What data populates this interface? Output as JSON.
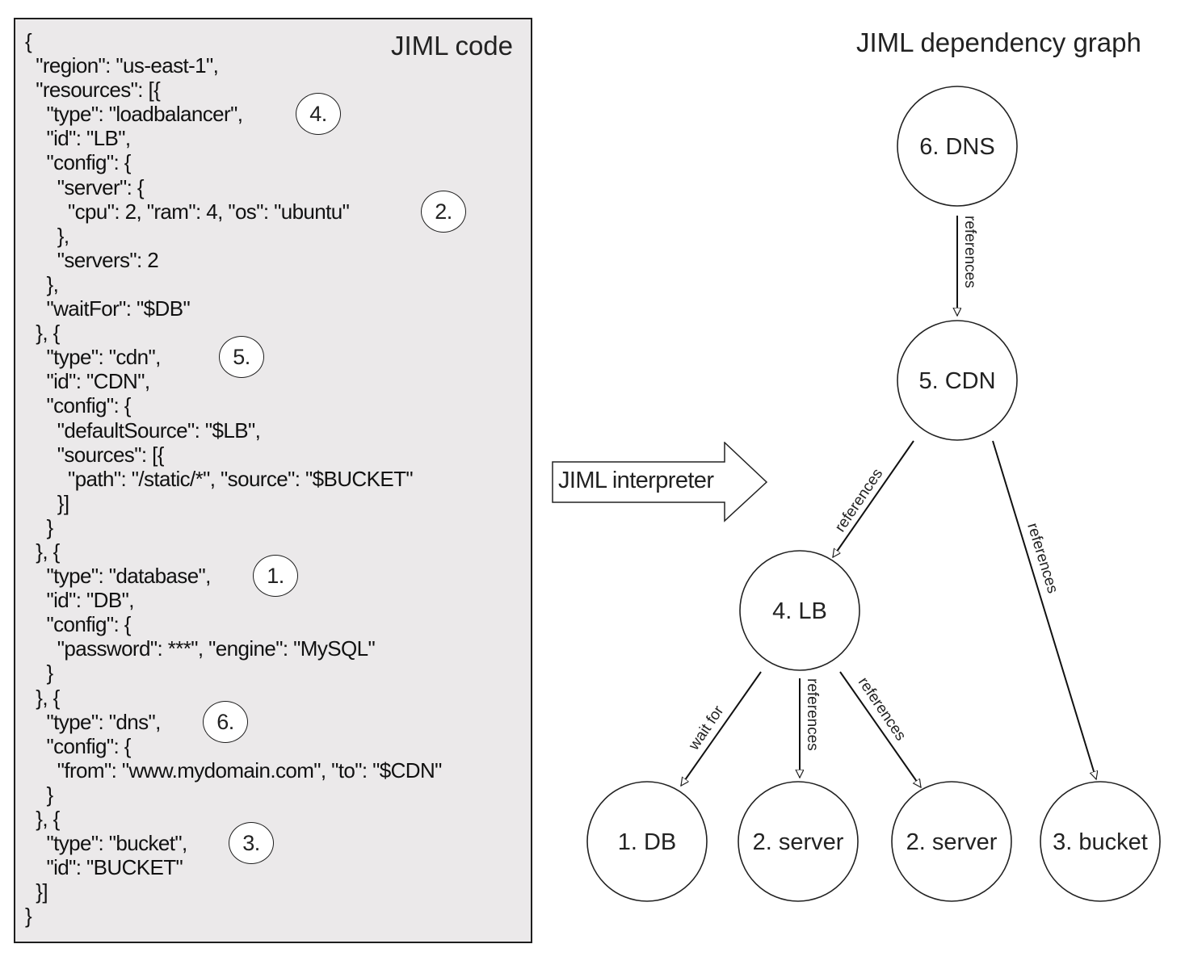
{
  "code_panel": {
    "title": "JIML code",
    "lines": [
      "{",
      "  \"region\": \"us-east-1\",",
      "  \"resources\": [{",
      "    \"type\": \"loadbalancer\",",
      "    \"id\": \"LB\",",
      "    \"config\": {",
      "      \"server\": {",
      "        \"cpu\": 2, \"ram\": 4, \"os\": \"ubuntu\"",
      "      },",
      "      \"servers\": 2",
      "    },",
      "    \"waitFor\": \"$DB\"",
      "  }, {",
      "    \"type\": \"cdn\",",
      "    \"id\": \"CDN\",",
      "    \"config\": {",
      "      \"defaultSource\": \"$LB\",",
      "      \"sources\": [{",
      "        \"path\": \"/static/*\", \"source\": \"$BUCKET\"",
      "      }]",
      "    }",
      "  }, {",
      "    \"type\": \"database\",",
      "    \"id\": \"DB\",",
      "    \"config\": {",
      "      \"password\": ***\", \"engine\": \"MySQL\"",
      "    }",
      "  }, {",
      "    \"type\": \"dns\",",
      "    \"config\": {",
      "      \"from\": \"www.mydomain.com\", \"to\": \"$CDN\"",
      "    }",
      "  }, {",
      "    \"type\": \"bucket\",",
      "    \"id\": \"BUCKET\"",
      "  }]",
      "}"
    ],
    "badges": [
      {
        "label": "4.",
        "line": 3
      },
      {
        "label": "2.",
        "line": 7
      },
      {
        "label": "5.",
        "line": 13
      },
      {
        "label": "1.",
        "line": 22
      },
      {
        "label": "6.",
        "line": 28
      },
      {
        "label": "3.",
        "line": 33
      }
    ]
  },
  "interpreter": {
    "label": "JIML interpreter"
  },
  "graph": {
    "title": "JIML dependency graph",
    "nodes": [
      {
        "id": "dns",
        "label": "6. DNS"
      },
      {
        "id": "cdn",
        "label": "5. CDN"
      },
      {
        "id": "lb",
        "label": "4. LB"
      },
      {
        "id": "db",
        "label": "1. DB"
      },
      {
        "id": "server1",
        "label": "2. server"
      },
      {
        "id": "server2",
        "label": "2. server"
      },
      {
        "id": "bucket",
        "label": "3. bucket"
      }
    ],
    "edges": [
      {
        "from": "dns",
        "to": "cdn",
        "label": "references"
      },
      {
        "from": "cdn",
        "to": "lb",
        "label": "references"
      },
      {
        "from": "cdn",
        "to": "bucket",
        "label": "references"
      },
      {
        "from": "lb",
        "to": "db",
        "label": "wait for"
      },
      {
        "from": "lb",
        "to": "server1",
        "label": "references"
      },
      {
        "from": "lb",
        "to": "server2",
        "label": "references"
      }
    ]
  }
}
